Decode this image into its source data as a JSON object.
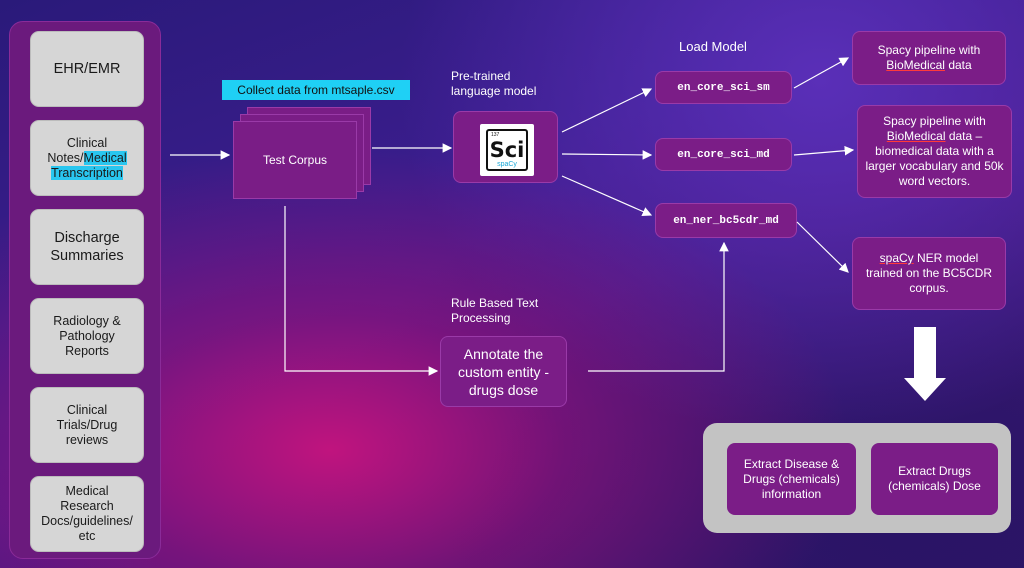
{
  "sources": [
    "EHR/EMR",
    "Clinical Notes/Medical Transcription",
    "Discharge Summaries",
    "Radiology & Pathology Reports",
    "Clinical Trials/Drug reviews",
    "Medical Research Docs/guidelines/ etc"
  ],
  "clinical_notes": {
    "prefix": "Clinical Notes/",
    "hl1": "Medical",
    "hl2": "Transcription"
  },
  "collect_label": "Collect data from mtsaple.csv",
  "corpus_label": "Test Corpus",
  "pretrained_label": "Pre-trained language model",
  "logo": {
    "number": "137",
    "symbol": "Sci",
    "sub": "spaCy"
  },
  "load_model_label": "Load Model",
  "models": [
    "en_core_sci_sm",
    "en_core_sci_md",
    "en_ner_bc5cdr_md"
  ],
  "descriptions": {
    "d1_pre": "Spacy pipeline with ",
    "d1_link": "BioMedical",
    "d1_post": " data",
    "d2_pre": "Spacy pipeline with ",
    "d2_link": "BioMedical",
    "d2_post": " data – biomedical data with a larger vocabulary and 50k word vectors.",
    "d3_link": "spaCy",
    "d3_post": " NER model trained on the BC5CDR corpus."
  },
  "rule_based_label": "Rule Based Text Processing",
  "annotate_label": "Annotate the custom entity - drugs dose",
  "outputs": [
    "Extract Disease & Drugs (chemicals) information",
    "Extract Drugs (chemicals) Dose"
  ],
  "colors": {
    "box": "#7b1d87",
    "highlight": "#1fd0f5",
    "source_box": "#d6d6d6"
  }
}
